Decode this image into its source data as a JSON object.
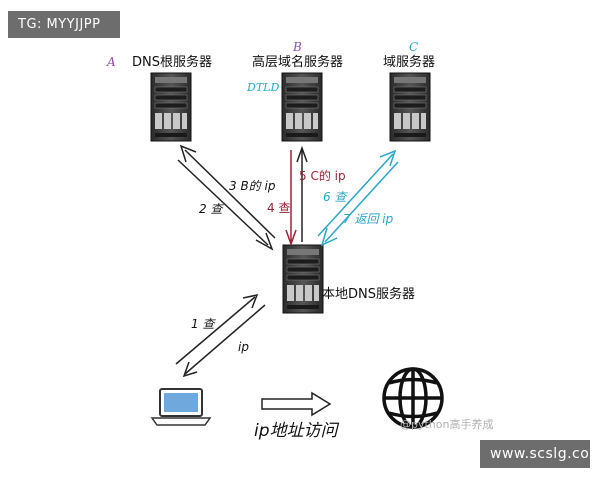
{
  "badges": {
    "top_left": "TG: MYYJJPP",
    "bottom_right": "www.scslg.com"
  },
  "servers": {
    "root": {
      "letter": "A",
      "label": "DNS根服务器"
    },
    "tld": {
      "letter": "B",
      "label": "高层域名服务器",
      "tag": "DTLD"
    },
    "domain": {
      "letter": "C",
      "label": "域服务器"
    },
    "local": {
      "label": "本地DNS服务器"
    }
  },
  "steps": {
    "s1": "1 查",
    "s1_reply": "ip",
    "s2": "2 查",
    "s3": "3 B的 ip",
    "s4": "4 查",
    "s5": "5 C的 ip",
    "s6": "6 查",
    "s7": "7 返回 ip"
  },
  "bottom": {
    "caption": "ip地址访问",
    "watermark": "@python高手养成"
  },
  "colors": {
    "arrow_black": "#222222",
    "arrow_red": "#9b2335",
    "arrow_cyan": "#2aa6c7",
    "label_purple": "#8a4fb0",
    "server_dark": "#3a3a3a"
  },
  "icons": [
    "server-icon",
    "laptop-icon",
    "globe-icon",
    "right-arrow-icon"
  ]
}
